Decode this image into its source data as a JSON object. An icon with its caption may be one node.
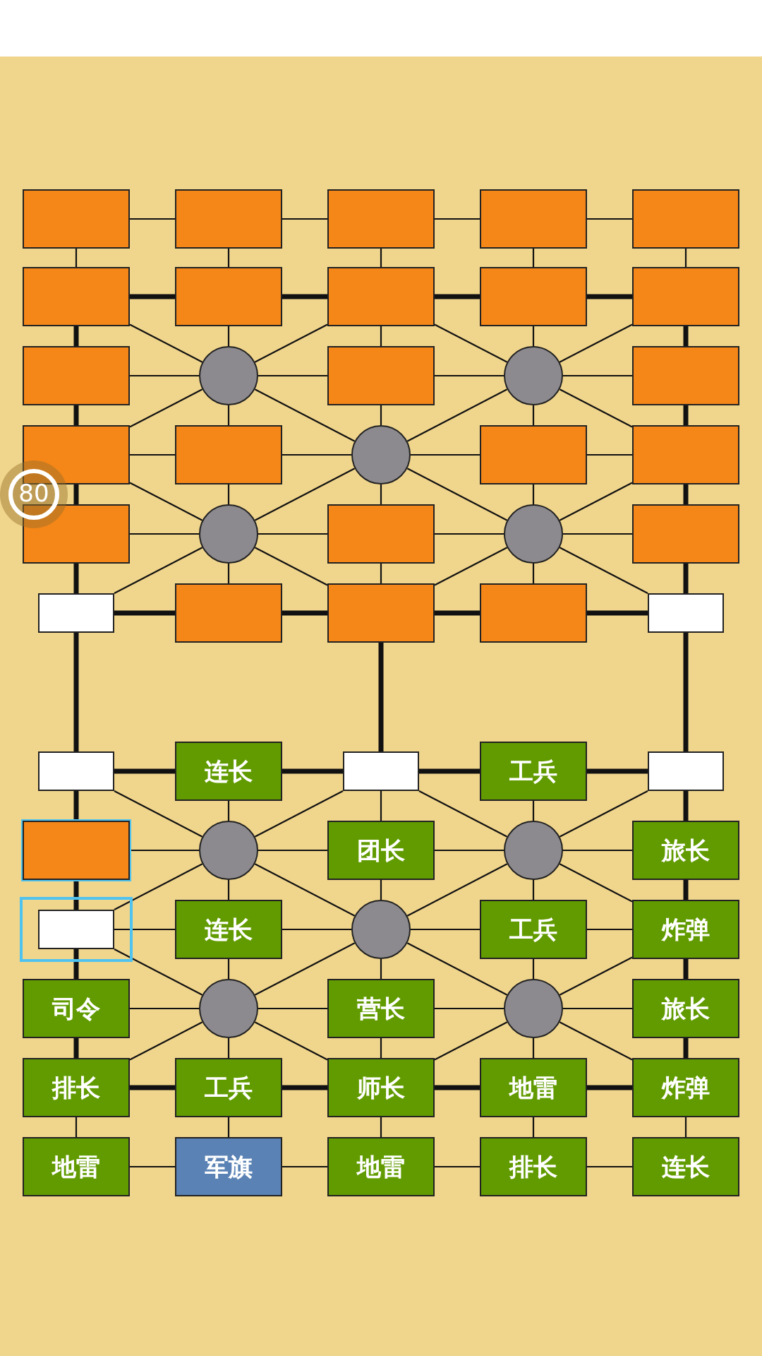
{
  "diagram": {
    "nodes": [
      {
        "text": [],
        "shape": "box"
      },
      {
        "text": [],
        "shape": "box"
      },
      {
        "text": [],
        "shape": "box"
      },
      {
        "text": [],
        "shape": "box"
      },
      {
        "text": [],
        "shape": "box"
      },
      {
        "text": [],
        "shape": "box"
      },
      {
        "text": [],
        "shape": "box"
      },
      {
        "text": [],
        "shape": "box"
      },
      {
        "text": [],
        "shape": "box"
      },
      {
        "text": [],
        "shape": "box"
      },
      {
        "text": [],
        "shape": "box"
      },
      {
        "text": [],
        "shape": "circle"
      },
      {
        "text": [],
        "shape": "box"
      },
      {
        "text": [],
        "shape": "circle"
      },
      {
        "text": [],
        "shape": "box"
      },
      {
        "text": [],
        "shape": "box"
      },
      {
        "text": [],
        "shape": "box"
      },
      {
        "text": [],
        "shape": "circle"
      },
      {
        "text": [],
        "shape": "box"
      },
      {
        "text": [],
        "shape": "box"
      },
      {
        "text": [],
        "shape": "box"
      },
      {
        "text": [],
        "shape": "circle"
      },
      {
        "text": [],
        "shape": "box"
      },
      {
        "text": [],
        "shape": "circle"
      },
      {
        "text": [],
        "shape": "box"
      },
      {
        "text": [],
        "shape": "box"
      },
      {
        "text": [],
        "shape": "box"
      },
      {
        "text": [],
        "shape": "box"
      },
      {
        "text": [],
        "shape": "box"
      },
      {
        "text": [],
        "shape": "box"
      },
      {
        "text": [],
        "shape": "box"
      },
      {
        "text": [
          "连长"
        ]
      },
      {
        "text": [],
        "shape": "box"
      },
      {
        "text": [
          "工兵"
        ]
      },
      {
        "text": [],
        "shape": "box"
      },
      {
        "text": [],
        "shape": "box"
      },
      {
        "text": [],
        "shape": "circle"
      },
      {
        "text": [
          "团长"
        ]
      },
      {
        "text": [],
        "shape": "circle"
      },
      {
        "text": [
          "旅长"
        ]
      },
      {
        "text": [],
        "shape": "box"
      },
      {
        "text": [
          "连长"
        ]
      },
      {
        "text": [],
        "shape": "circle"
      },
      {
        "text": [
          "工兵"
        ]
      },
      {
        "text": [
          "炸弹"
        ]
      },
      {
        "text": [
          "司令"
        ]
      },
      {
        "text": [],
        "shape": "circle"
      },
      {
        "text": [
          "营长"
        ]
      },
      {
        "text": [],
        "shape": "circle"
      },
      {
        "text": [
          "旅长"
        ]
      },
      {
        "text": [
          "排长"
        ]
      },
      {
        "text": [
          "工兵"
        ]
      },
      {
        "text": [
          "师长"
        ]
      },
      {
        "text": [
          "地雷"
        ]
      },
      {
        "text": [
          "炸弹"
        ]
      },
      {
        "text": [
          "地雷"
        ]
      },
      {
        "text": [
          "军旗"
        ]
      },
      {
        "text": [
          "地雷"
        ]
      },
      {
        "text": [
          "排长"
        ]
      },
      {
        "text": [
          "连长"
        ]
      }
    ],
    "edges": [
      {
        "from": 0,
        "to": 1,
        "arrow": "none"
      },
      {
        "from": 1,
        "to": 2,
        "arrow": "none"
      },
      {
        "from": 2,
        "to": 3,
        "arrow": "none"
      },
      {
        "from": 3,
        "to": 4,
        "arrow": "none"
      },
      {
        "from": 5,
        "to": 6,
        "arrow": "none",
        "style": "thick"
      },
      {
        "from": 6,
        "to": 7,
        "arrow": "none",
        "style": "thick"
      },
      {
        "from": 7,
        "to": 8,
        "arrow": "none",
        "style": "thick"
      },
      {
        "from": 8,
        "to": 9,
        "arrow": "none",
        "style": "thick"
      },
      {
        "from": 10,
        "to": 11,
        "arrow": "none"
      },
      {
        "from": 11,
        "to": 12,
        "arrow": "none"
      },
      {
        "from": 12,
        "to": 13,
        "arrow": "none"
      },
      {
        "from": 13,
        "to": 14,
        "arrow": "none"
      },
      {
        "from": 15,
        "to": 16,
        "arrow": "none"
      },
      {
        "from": 16,
        "to": 17,
        "arrow": "none"
      },
      {
        "from": 17,
        "to": 18,
        "arrow": "none"
      },
      {
        "from": 18,
        "to": 19,
        "arrow": "none"
      },
      {
        "from": 20,
        "to": 21,
        "arrow": "none"
      },
      {
        "from": 21,
        "to": 22,
        "arrow": "none"
      },
      {
        "from": 22,
        "to": 23,
        "arrow": "none"
      },
      {
        "from": 23,
        "to": 24,
        "arrow": "none"
      },
      {
        "from": 25,
        "to": 26,
        "arrow": "none",
        "style": "thick"
      },
      {
        "from": 26,
        "to": 27,
        "arrow": "none",
        "style": "thick"
      },
      {
        "from": 27,
        "to": 28,
        "arrow": "none",
        "style": "thick"
      },
      {
        "from": 28,
        "to": 29,
        "arrow": "none",
        "style": "thick"
      },
      {
        "from": 30,
        "to": 31,
        "arrow": "none",
        "style": "thick"
      },
      {
        "from": 31,
        "to": 32,
        "arrow": "none",
        "style": "thick"
      },
      {
        "from": 32,
        "to": 33,
        "arrow": "none",
        "style": "thick"
      },
      {
        "from": 33,
        "to": 34,
        "arrow": "none",
        "style": "thick"
      },
      {
        "from": 35,
        "to": 36,
        "arrow": "none"
      },
      {
        "from": 36,
        "to": 37,
        "arrow": "none"
      },
      {
        "from": 37,
        "to": 38,
        "arrow": "none"
      },
      {
        "from": 38,
        "to": 39,
        "arrow": "none"
      },
      {
        "from": 40,
        "to": 41,
        "arrow": "none"
      },
      {
        "from": 41,
        "to": 42,
        "arrow": "none"
      },
      {
        "from": 42,
        "to": 43,
        "arrow": "none"
      },
      {
        "from": 43,
        "to": 44,
        "arrow": "none"
      },
      {
        "from": 45,
        "to": 46,
        "arrow": "none"
      },
      {
        "from": 46,
        "to": 47,
        "arrow": "none"
      },
      {
        "from": 47,
        "to": 48,
        "arrow": "none"
      },
      {
        "from": 48,
        "to": 49,
        "arrow": "none"
      },
      {
        "from": 50,
        "to": 51,
        "arrow": "none",
        "style": "thick"
      },
      {
        "from": 51,
        "to": 52,
        "arrow": "none",
        "style": "thick"
      },
      {
        "from": 52,
        "to": 53,
        "arrow": "none",
        "style": "thick"
      },
      {
        "from": 53,
        "to": 54,
        "arrow": "none",
        "style": "thick"
      },
      {
        "from": 55,
        "to": 56,
        "arrow": "none"
      },
      {
        "from": 56,
        "to": 57,
        "arrow": "none"
      },
      {
        "from": 57,
        "to": 58,
        "arrow": "none"
      },
      {
        "from": 58,
        "to": 59,
        "arrow": "none"
      },
      {
        "from": 0,
        "to": 5,
        "arrow": "none"
      },
      {
        "from": 5,
        "to": 10,
        "arrow": "none",
        "style": "thick"
      },
      {
        "from": 10,
        "to": 15,
        "arrow": "none",
        "style": "thick"
      },
      {
        "from": 15,
        "to": 20,
        "arrow": "none",
        "style": "thick"
      },
      {
        "from": 20,
        "to": 25,
        "arrow": "none",
        "style": "thick"
      },
      {
        "from": 25,
        "to": 30,
        "arrow": "none",
        "style": "thick"
      },
      {
        "from": 30,
        "to": 35,
        "arrow": "none",
        "style": "thick"
      },
      {
        "from": 35,
        "to": 40,
        "arrow": "none",
        "style": "thick"
      },
      {
        "from": 40,
        "to": 45,
        "arrow": "none",
        "style": "thick"
      },
      {
        "from": 45,
        "to": 50,
        "arrow": "none",
        "style": "thick"
      },
      {
        "from": 50,
        "to": 55,
        "arrow": "none"
      },
      {
        "from": 1,
        "to": 6,
        "arrow": "none"
      },
      {
        "from": 6,
        "to": 11,
        "arrow": "none"
      },
      {
        "from": 11,
        "to": 16,
        "arrow": "none"
      },
      {
        "from": 16,
        "to": 21,
        "arrow": "none"
      },
      {
        "from": 21,
        "to": 26,
        "arrow": "none"
      },
      {
        "from": 31,
        "to": 36,
        "arrow": "none"
      },
      {
        "from": 36,
        "to": 41,
        "arrow": "none"
      },
      {
        "from": 41,
        "to": 46,
        "arrow": "none"
      },
      {
        "from": 46,
        "to": 51,
        "arrow": "none"
      },
      {
        "from": 51,
        "to": 56,
        "arrow": "none"
      },
      {
        "from": 2,
        "to": 7,
        "arrow": "none"
      },
      {
        "from": 7,
        "to": 12,
        "arrow": "none"
      },
      {
        "from": 12,
        "to": 17,
        "arrow": "none"
      },
      {
        "from": 17,
        "to": 22,
        "arrow": "none"
      },
      {
        "from": 22,
        "to": 27,
        "arrow": "none"
      },
      {
        "from": 27,
        "to": 32,
        "arrow": "none",
        "style": "thick"
      },
      {
        "from": 32,
        "to": 37,
        "arrow": "none"
      },
      {
        "from": 37,
        "to": 42,
        "arrow": "none"
      },
      {
        "from": 42,
        "to": 47,
        "arrow": "none"
      },
      {
        "from": 47,
        "to": 52,
        "arrow": "none"
      },
      {
        "from": 52,
        "to": 57,
        "arrow": "none"
      },
      {
        "from": 3,
        "to": 8,
        "arrow": "none"
      },
      {
        "from": 8,
        "to": 13,
        "arrow": "none"
      },
      {
        "from": 13,
        "to": 18,
        "arrow": "none"
      },
      {
        "from": 18,
        "to": 23,
        "arrow": "none"
      },
      {
        "from": 23,
        "to": 28,
        "arrow": "none"
      },
      {
        "from": 33,
        "to": 38,
        "arrow": "none"
      },
      {
        "from": 38,
        "to": 43,
        "arrow": "none"
      },
      {
        "from": 43,
        "to": 48,
        "arrow": "none"
      },
      {
        "from": 48,
        "to": 53,
        "arrow": "none"
      },
      {
        "from": 53,
        "to": 58,
        "arrow": "none"
      },
      {
        "from": 4,
        "to": 9,
        "arrow": "none"
      },
      {
        "from": 9,
        "to": 14,
        "arrow": "none",
        "style": "thick"
      },
      {
        "from": 14,
        "to": 19,
        "arrow": "none",
        "style": "thick"
      },
      {
        "from": 19,
        "to": 24,
        "arrow": "none",
        "style": "thick"
      },
      {
        "from": 24,
        "to": 29,
        "arrow": "none",
        "style": "thick"
      },
      {
        "from": 29,
        "to": 34,
        "arrow": "none",
        "style": "thick"
      },
      {
        "from": 34,
        "to": 39,
        "arrow": "none",
        "style": "thick"
      },
      {
        "from": 39,
        "to": 44,
        "arrow": "none",
        "style": "thick"
      },
      {
        "from": 44,
        "to": 49,
        "arrow": "none",
        "style": "thick"
      },
      {
        "from": 49,
        "to": 54,
        "arrow": "none",
        "style": "thick"
      },
      {
        "from": 54,
        "to": 59,
        "arrow": "none"
      },
      {
        "from": 11,
        "to": 5,
        "arrow": "none"
      },
      {
        "from": 11,
        "to": 7,
        "arrow": "none"
      },
      {
        "from": 11,
        "to": 15,
        "arrow": "none"
      },
      {
        "from": 11,
        "to": 17,
        "arrow": "none"
      },
      {
        "from": 13,
        "to": 7,
        "arrow": "none"
      },
      {
        "from": 13,
        "to": 9,
        "arrow": "none"
      },
      {
        "from": 13,
        "to": 17,
        "arrow": "none"
      },
      {
        "from": 13,
        "to": 19,
        "arrow": "none"
      },
      {
        "from": 21,
        "to": 15,
        "arrow": "none"
      },
      {
        "from": 21,
        "to": 17,
        "arrow": "none"
      },
      {
        "from": 21,
        "to": 25,
        "arrow": "none"
      },
      {
        "from": 21,
        "to": 27,
        "arrow": "none"
      },
      {
        "from": 23,
        "to": 17,
        "arrow": "none"
      },
      {
        "from": 23,
        "to": 19,
        "arrow": "none"
      },
      {
        "from": 23,
        "to": 27,
        "arrow": "none"
      },
      {
        "from": 23,
        "to": 29,
        "arrow": "none"
      },
      {
        "from": 36,
        "to": 30,
        "arrow": "none"
      },
      {
        "from": 36,
        "to": 32,
        "arrow": "none"
      },
      {
        "from": 36,
        "to": 40,
        "arrow": "none"
      },
      {
        "from": 36,
        "to": 42,
        "arrow": "none"
      },
      {
        "from": 38,
        "to": 32,
        "arrow": "none"
      },
      {
        "from": 38,
        "to": 34,
        "arrow": "none"
      },
      {
        "from": 38,
        "to": 42,
        "arrow": "none"
      },
      {
        "from": 38,
        "to": 44,
        "arrow": "none"
      },
      {
        "from": 46,
        "to": 40,
        "arrow": "none"
      },
      {
        "from": 46,
        "to": 42,
        "arrow": "none"
      },
      {
        "from": 46,
        "to": 50,
        "arrow": "none"
      },
      {
        "from": 46,
        "to": 52,
        "arrow": "none"
      },
      {
        "from": 48,
        "to": 42,
        "arrow": "none"
      },
      {
        "from": 48,
        "to": 44,
        "arrow": "none"
      },
      {
        "from": 48,
        "to": 52,
        "arrow": "none"
      },
      {
        "from": 48,
        "to": 54,
        "arrow": "none"
      }
    ],
    "labels": [
      "80"
    ]
  }
}
